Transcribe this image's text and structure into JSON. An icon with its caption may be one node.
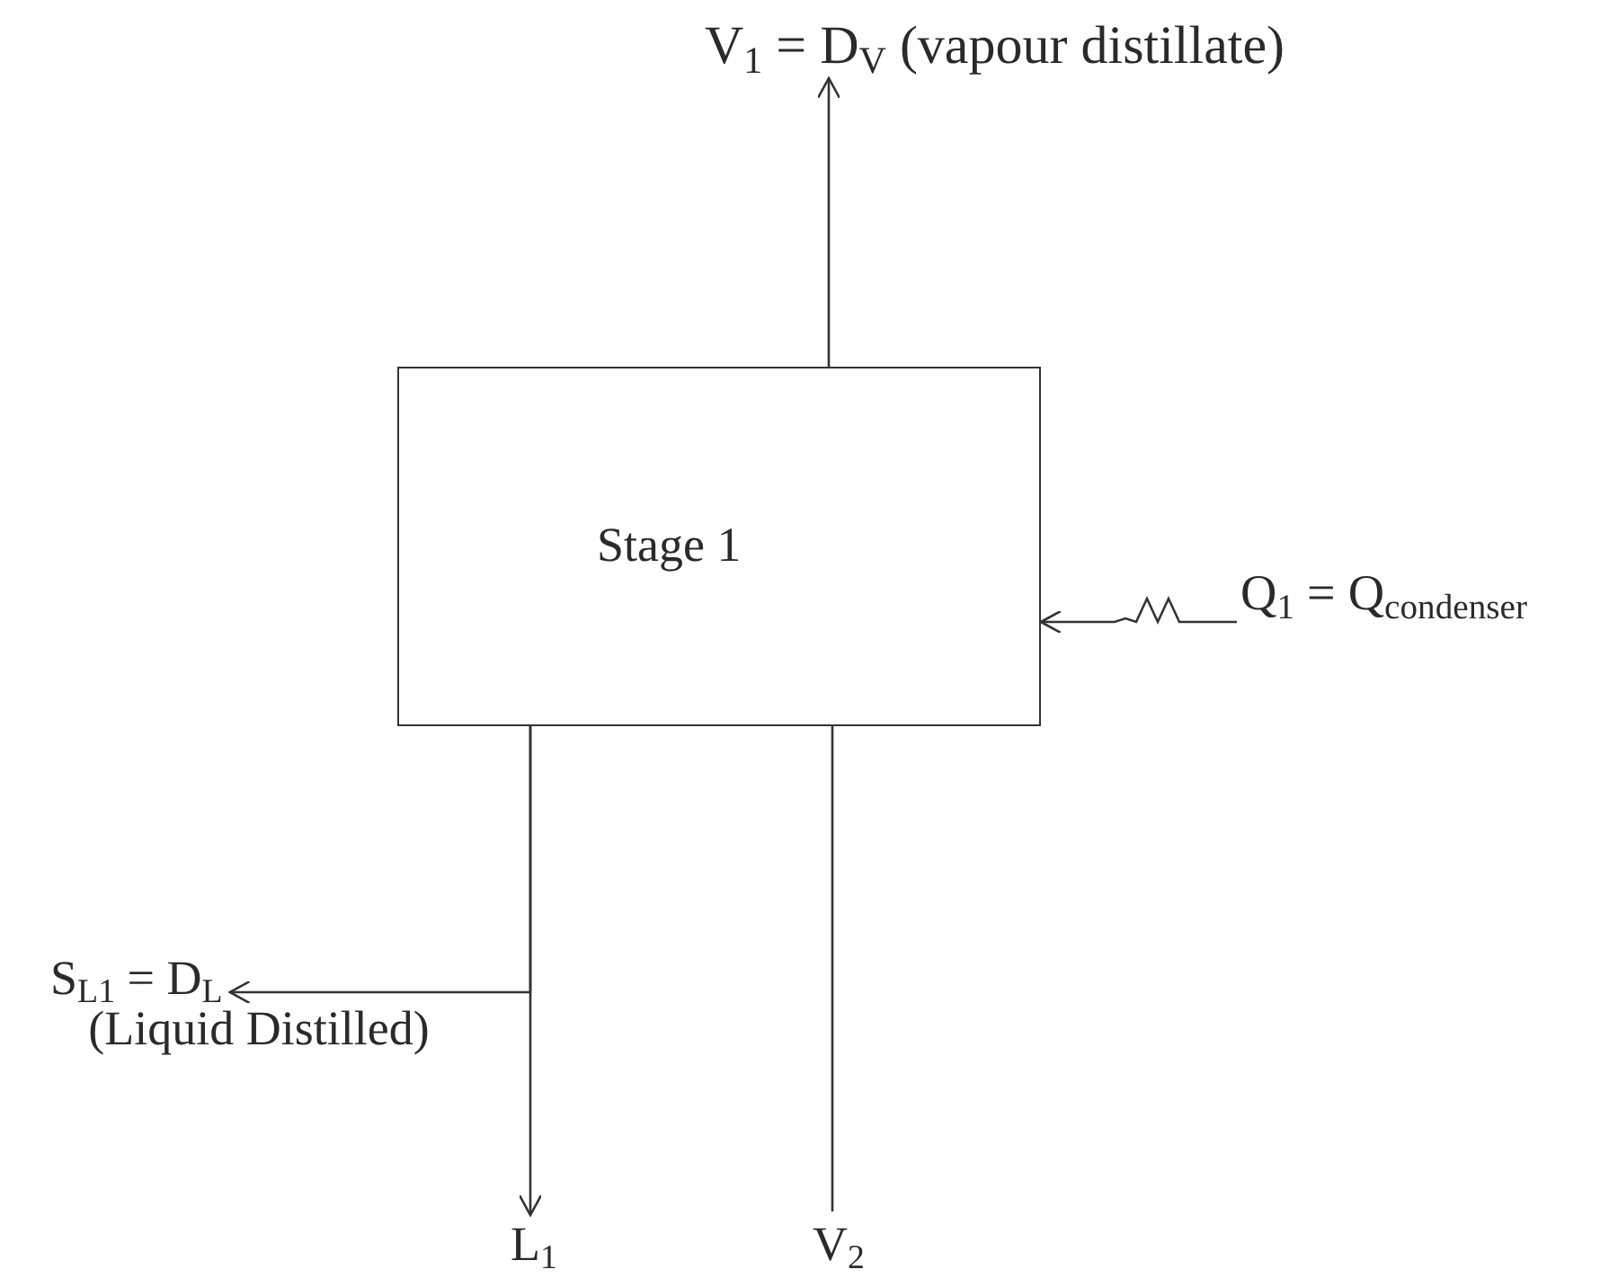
{
  "diagram": {
    "nodes": [
      {
        "text": [
          "Stage 1"
        ]
      },
      {
        "text": [
          "V$_{1}$ = D$_{V}$ (vapour distillate)"
        ]
      },
      {
        "text": [
          "Q$_{1}$ = Q$_{condenser}$"
        ]
      },
      {
        "text": [
          "S$_{L1}$ = D$_{L}$",
          "(Liquid Distilled)"
        ]
      },
      {
        "text": [
          "L$_{1}$"
        ]
      },
      {
        "text": [
          "V$_{2}$"
        ]
      }
    ],
    "edges": [
      {
        "from": 0,
        "to": 1,
        "arrow": "to"
      },
      {
        "from": 2,
        "to": 0,
        "arrow": "to"
      },
      {
        "from": 0,
        "to": 4,
        "arrow": "to"
      },
      {
        "from": 0,
        "to": 3,
        "arrow": "to"
      },
      {
        "from": 5,
        "to": 0,
        "arrow": "none"
      }
    ]
  }
}
